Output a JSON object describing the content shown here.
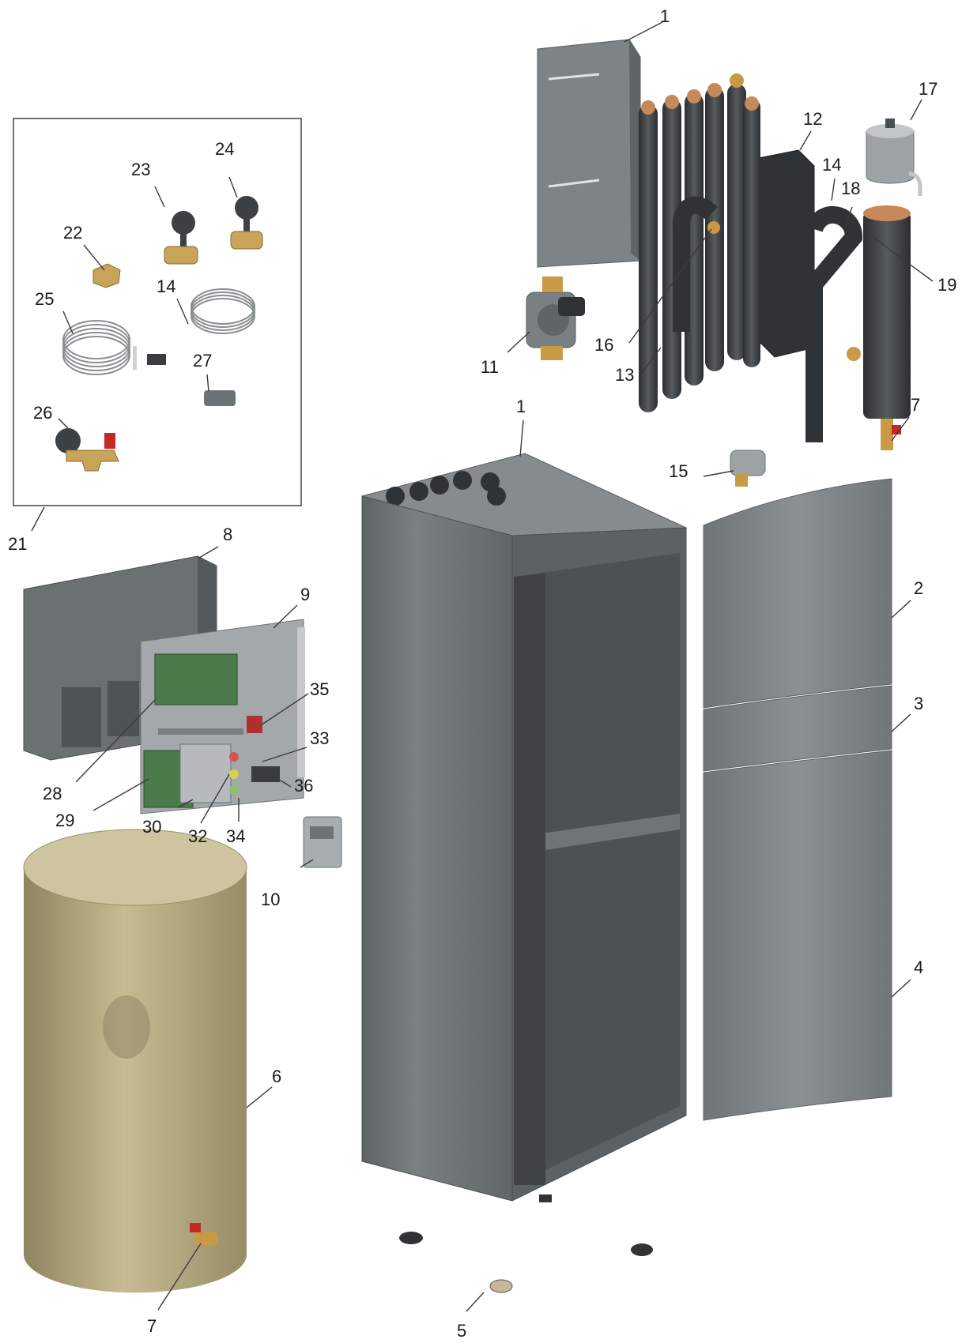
{
  "callouts": {
    "c1a": "1",
    "c1b": "1",
    "c2": "2",
    "c3": "3",
    "c4": "4",
    "c5": "5",
    "c6": "6",
    "c7a": "7",
    "c7b": "7",
    "c8": "8",
    "c9": "9",
    "c10": "10",
    "c11": "11",
    "c12": "12",
    "c13": "13",
    "c14a": "14",
    "c14b": "14",
    "c15": "15",
    "c16": "16",
    "c17": "17",
    "c18": "18",
    "c19": "19",
    "c21": "21",
    "c22": "22",
    "c23": "23",
    "c24": "24",
    "c25": "25",
    "c26": "26",
    "c27": "27",
    "c28": "28",
    "c29": "29",
    "c30": "30",
    "c32": "32",
    "c33": "33",
    "c34": "34",
    "c35": "35",
    "c36": "36"
  },
  "colors": {
    "cabinet": "#6b7071",
    "cabinet_dark": "#4e5354",
    "panel": "#7d8385",
    "pipe": "#3b3f41",
    "brass": "#c89a45",
    "tank": "#b9ad86",
    "board": "#4b7a4b"
  }
}
